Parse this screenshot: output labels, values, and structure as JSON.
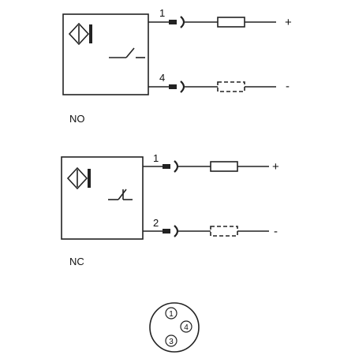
{
  "colors": {
    "line": "#222222",
    "background": "#ffffff"
  },
  "diagrams": {
    "no": {
      "title": "NO",
      "switch_icon": "no-switch-icon",
      "sensor_icon": "inductive-sensor-icon",
      "pins": [
        {
          "number": "1",
          "polarity": "+"
        },
        {
          "number": "4",
          "polarity": "-"
        }
      ]
    },
    "nc": {
      "title": "NC",
      "switch_icon": "nc-switch-icon",
      "sensor_icon": "inductive-sensor-icon",
      "pins": [
        {
          "number": "1",
          "polarity": "+"
        },
        {
          "number": "2",
          "polarity": "-"
        }
      ]
    }
  },
  "connector": {
    "icon": "m12-connector-face-icon",
    "pins": [
      "1",
      "4",
      "3"
    ]
  }
}
